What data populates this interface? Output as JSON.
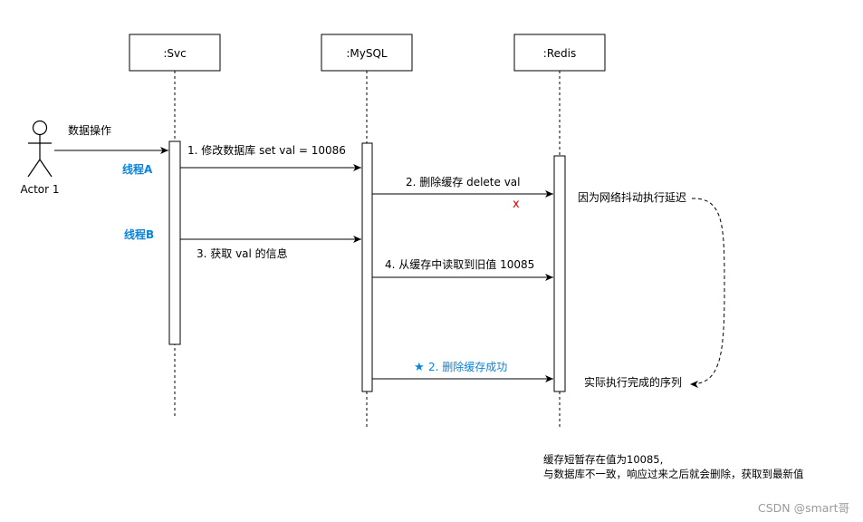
{
  "participants": [
    {
      "id": "svc",
      "label": ":Svc"
    },
    {
      "id": "mysql",
      "label": ":MySQL"
    },
    {
      "id": "redis",
      "label": ":Redis"
    }
  ],
  "actor": {
    "label": "Actor 1"
  },
  "thread_labels": {
    "a": "线程A",
    "b": "线程B"
  },
  "messages": {
    "data_op": "数据操作",
    "m1": "1. 修改数据库  set val = 10086",
    "m2": "2. 删除缓存 delete val",
    "m3": "3. 获取 val 的信息",
    "m4": "4. 从缓存中读取到旧值 10085",
    "m5": "2. 删除缓存成功"
  },
  "markers": {
    "fail": "x",
    "star": "★"
  },
  "notes": {
    "delay": "因为网络抖动执行延迟",
    "actual": "实际执行完成的序列",
    "footer_line1": "缓存短暂存在值为10085,",
    "footer_line2": "与数据库不一致，响应过来之后就会删除，获取到最新值"
  },
  "watermark": "CSDN @smart哥",
  "colors": {
    "accent": "#0a84d8",
    "fail": "#e00000",
    "line": "#000000"
  }
}
